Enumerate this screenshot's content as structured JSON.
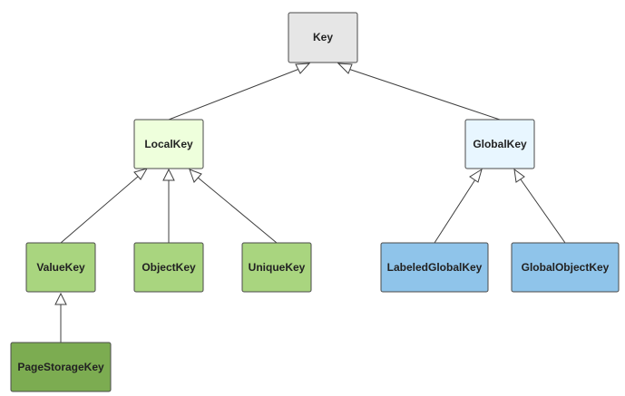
{
  "colors": {
    "key": "#e6e6e6",
    "local": "#eeffdc",
    "global": "#e8f6ff",
    "green": "#a9d57f",
    "dark_green": "#7cac51",
    "blue": "#8fc4ea",
    "stroke": "#4a4a4a",
    "edge": "#3f3f3f"
  },
  "nodes": {
    "key": {
      "label": "Key",
      "color": "key"
    },
    "local_key": {
      "label": "LocalKey",
      "color": "local"
    },
    "global_key": {
      "label": "GlobalKey",
      "color": "global"
    },
    "value_key": {
      "label": "ValueKey",
      "color": "green"
    },
    "object_key": {
      "label": "ObjectKey",
      "color": "green"
    },
    "unique_key": {
      "label": "UniqueKey",
      "color": "green"
    },
    "labeled_global_key": {
      "label": "LabeledGlobalKey",
      "color": "blue"
    },
    "global_object_key": {
      "label": "GlobalObjectKey",
      "color": "blue"
    },
    "page_storage_key": {
      "label": "PageStorageKey",
      "color": "dark_green"
    }
  },
  "edges": [
    {
      "from": "local_key",
      "to": "key"
    },
    {
      "from": "global_key",
      "to": "key"
    },
    {
      "from": "value_key",
      "to": "local_key"
    },
    {
      "from": "object_key",
      "to": "local_key"
    },
    {
      "from": "unique_key",
      "to": "local_key"
    },
    {
      "from": "labeled_global_key",
      "to": "global_key"
    },
    {
      "from": "global_object_key",
      "to": "global_key"
    },
    {
      "from": "page_storage_key",
      "to": "value_key"
    }
  ]
}
